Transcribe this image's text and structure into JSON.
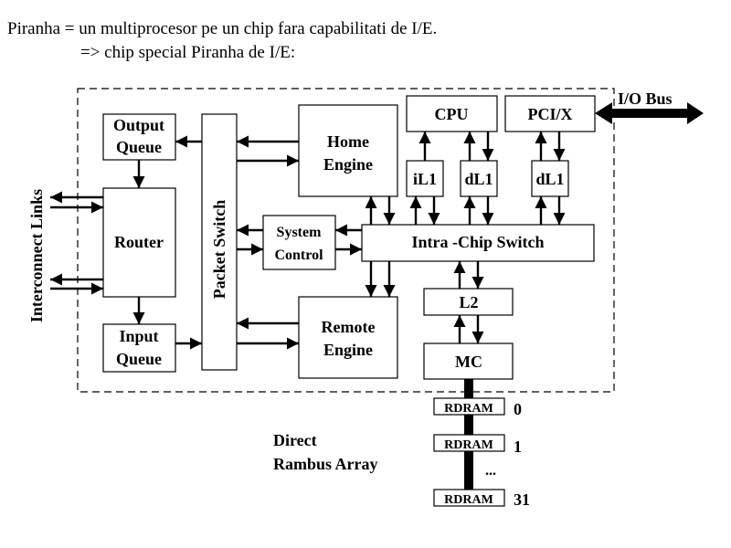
{
  "header": {
    "line1": "Piranha = un multiprocesor pe un chip fara capabilitati de I/E.",
    "line2": "=> chip special Piranha de I/E:"
  },
  "blocks": {
    "output_queue": [
      "Output",
      "Queue"
    ],
    "input_queue": [
      "Input",
      "Queue"
    ],
    "router": "Router",
    "packet_switch": "Packet Switch",
    "home_engine": [
      "Home",
      "Engine"
    ],
    "remote_engine": [
      "Remote",
      "Engine"
    ],
    "system_control": [
      "System",
      "Control"
    ],
    "intra_chip_switch": "Intra -Chip Switch",
    "cpu": "CPU",
    "pcix": "PCI/X",
    "il1": "iL1",
    "dl1_a": "dL1",
    "dl1_b": "dL1",
    "l2": "L2",
    "mc": "MC"
  },
  "labels": {
    "interconnect_links": "Interconnect Links",
    "io_bus": "I/O Bus",
    "direct_rambus": [
      "Direct",
      "Rambus Array"
    ]
  },
  "rdram": {
    "chip_label": "RDRAM",
    "indices": [
      "0",
      "1",
      "31"
    ],
    "ellipsis": "..."
  }
}
